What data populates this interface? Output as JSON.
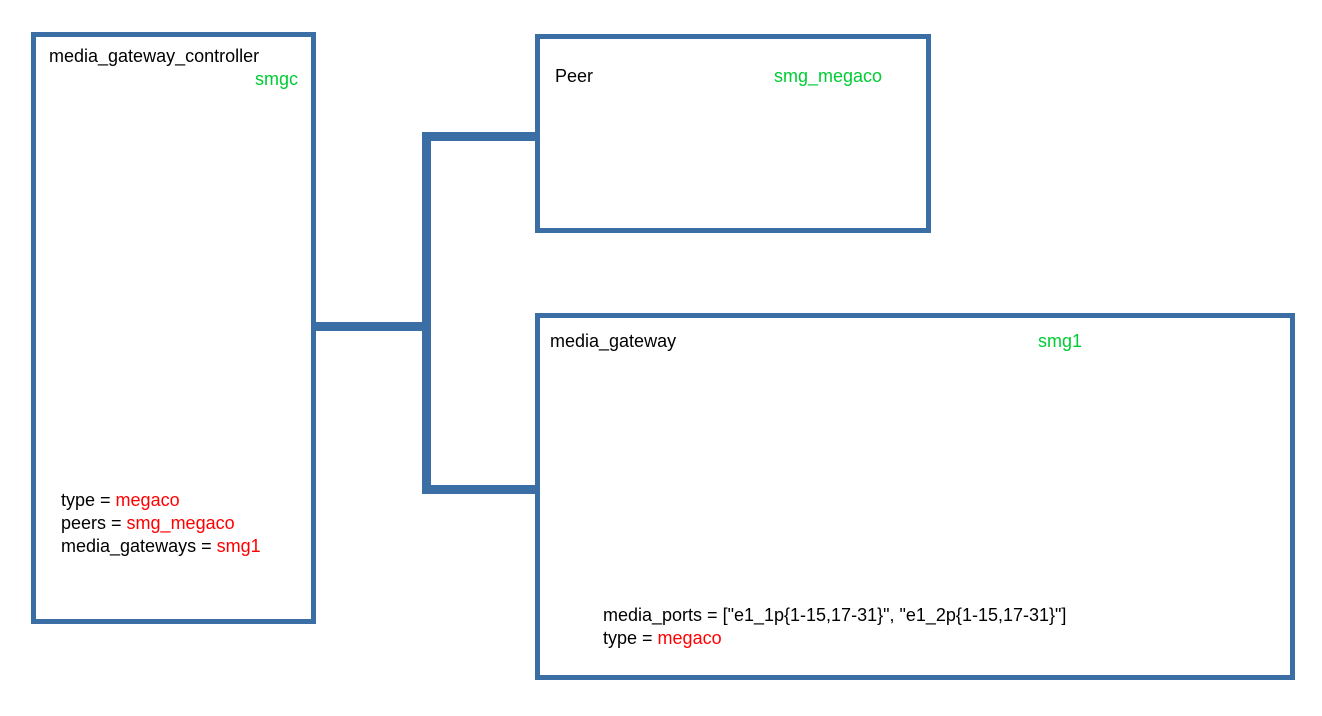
{
  "diagram": {
    "background_color": "#ffffff",
    "border_color": "#3A6EA5",
    "instance_color": "#00CC33",
    "value_color": "#FF0000",
    "label_color": "#000000"
  },
  "nodes": {
    "controller": {
      "title": "media_gateway_controller",
      "instance": "smgc",
      "attributes": [
        {
          "key": "type = ",
          "value": "megaco"
        },
        {
          "key": "peers = ",
          "value": "smg_megaco"
        },
        {
          "key": "media_gateways = ",
          "value": "smg1"
        }
      ]
    },
    "peer": {
      "title": "Peer",
      "instance": "smg_megaco",
      "attributes": []
    },
    "gateway": {
      "title": "media_gateway",
      "instance": "smg1",
      "attributes": [
        {
          "key": "media_ports = [\"e1_1p{1-15,17-31}\", \"e1_2p{1-15,17-31}\"]",
          "value": ""
        },
        {
          "key": "type = ",
          "value": "megaco"
        }
      ]
    }
  },
  "connectors": [
    {
      "name": "controller-to-trunk"
    },
    {
      "name": "trunk-to-peer"
    },
    {
      "name": "trunk-to-gateway"
    },
    {
      "name": "vertical-trunk"
    }
  ]
}
